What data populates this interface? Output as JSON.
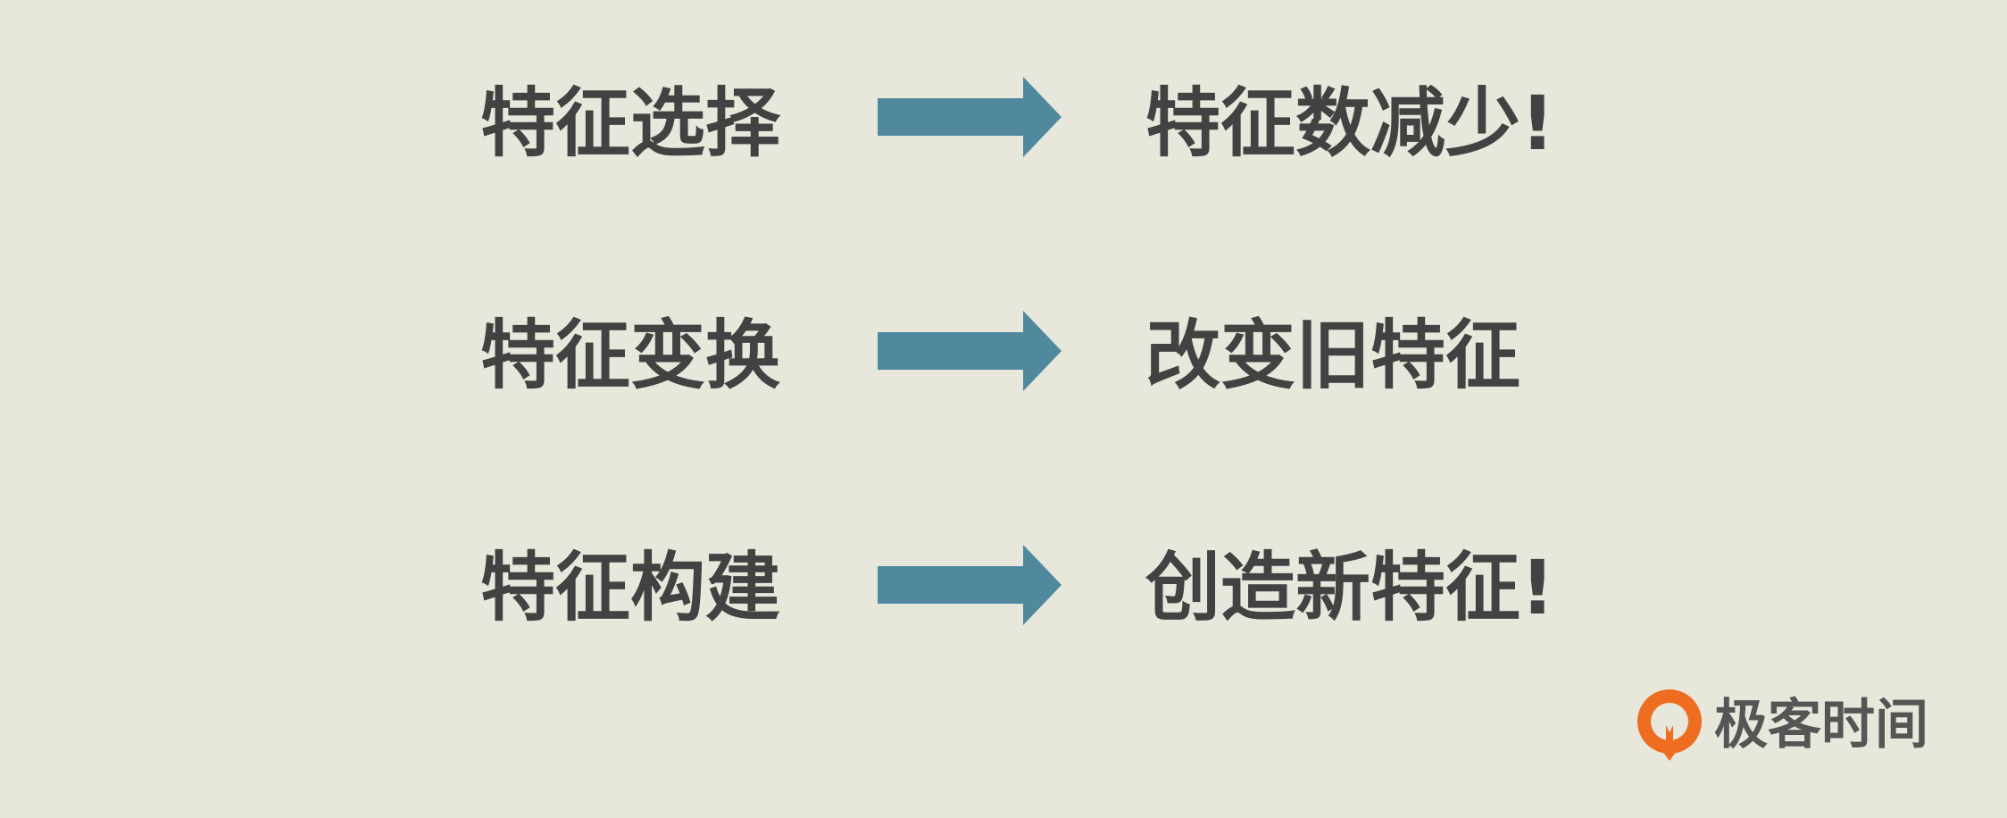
{
  "rows": [
    {
      "left": "特征选择",
      "right": "特征数减少!"
    },
    {
      "left": "特征变换",
      "right": "改变旧特征"
    },
    {
      "left": "特征构建",
      "right": "创造新特征!"
    }
  ],
  "logo": {
    "text": "极客时间"
  },
  "colors": {
    "background": "#e8e7dc",
    "text": "#424242",
    "arrow": "#50899e",
    "logo_orange": "#ee6d21"
  }
}
